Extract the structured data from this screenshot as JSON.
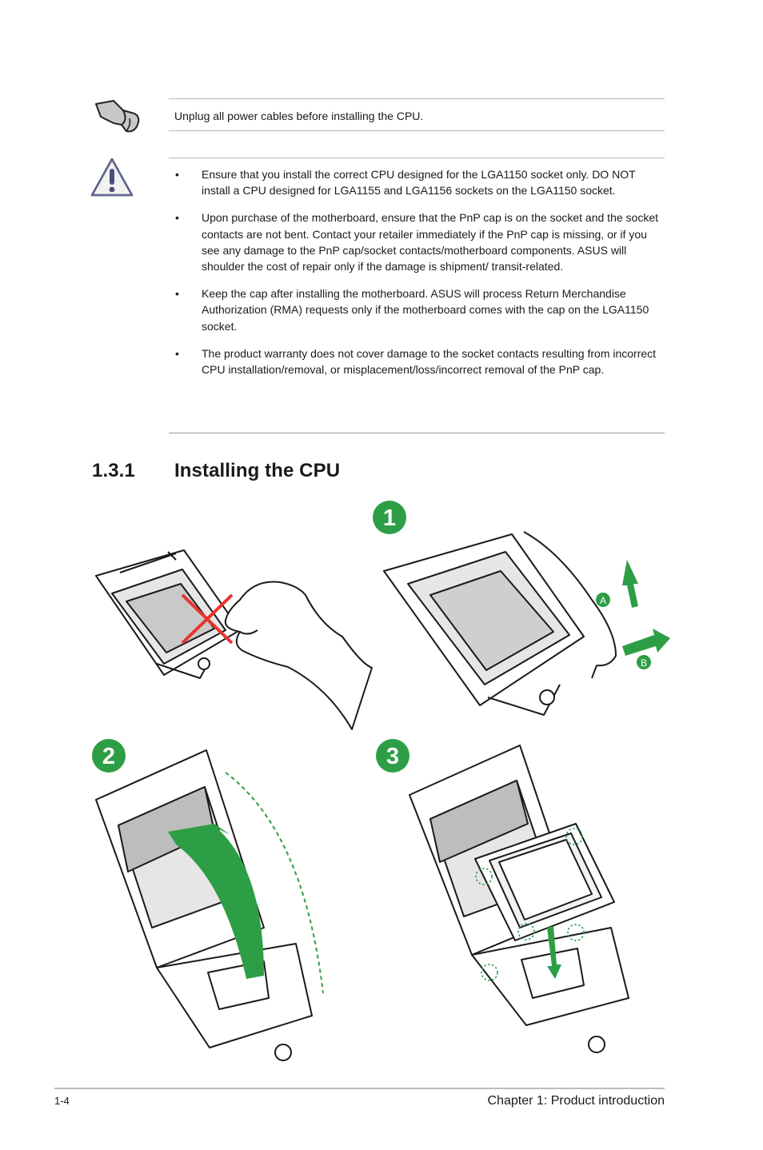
{
  "note": {
    "icon": "hand-pointing-icon",
    "text": "Unplug all power cables before installing the CPU."
  },
  "warning": {
    "icon": "warning-triangle-icon",
    "items": [
      {
        "bullet": "•",
        "text": "Ensure that you install the correct CPU designed for the LGA1150 socket only. DO NOT install a CPU designed for LGA1155 and LGA1156 sockets on the LGA1150 socket."
      },
      {
        "bullet": "•",
        "text": "Upon purchase of the motherboard, ensure that the PnP cap is on the socket and the socket contacts are not bent. Contact your retailer immediately if the PnP cap is missing, or if you see any damage to the PnP cap/socket contacts/motherboard components. ASUS will shoulder the cost of repair only if the damage is shipment/ transit-related."
      },
      {
        "bullet": "•",
        "text": "Keep the cap after installing the motherboard. ASUS will process Return Merchandise Authorization (RMA) requests only if the motherboard comes with the cap on the LGA1150 socket."
      },
      {
        "bullet": "•",
        "text": "The product warranty does not cover damage to the socket contacts resulting from incorrect CPU installation/removal, or misplacement/loss/incorrect removal of the PnP cap."
      }
    ]
  },
  "section": {
    "number": "1.3.1",
    "title": "Installing the CPU"
  },
  "figure": {
    "steps": [
      "1",
      "2",
      "3"
    ],
    "sub_labels": [
      "A",
      "B"
    ],
    "accent_color": "#2e9e46",
    "error_color": "#e8352b"
  },
  "footer": {
    "page": "1-4",
    "chapter": "Chapter 1: Product introduction"
  }
}
